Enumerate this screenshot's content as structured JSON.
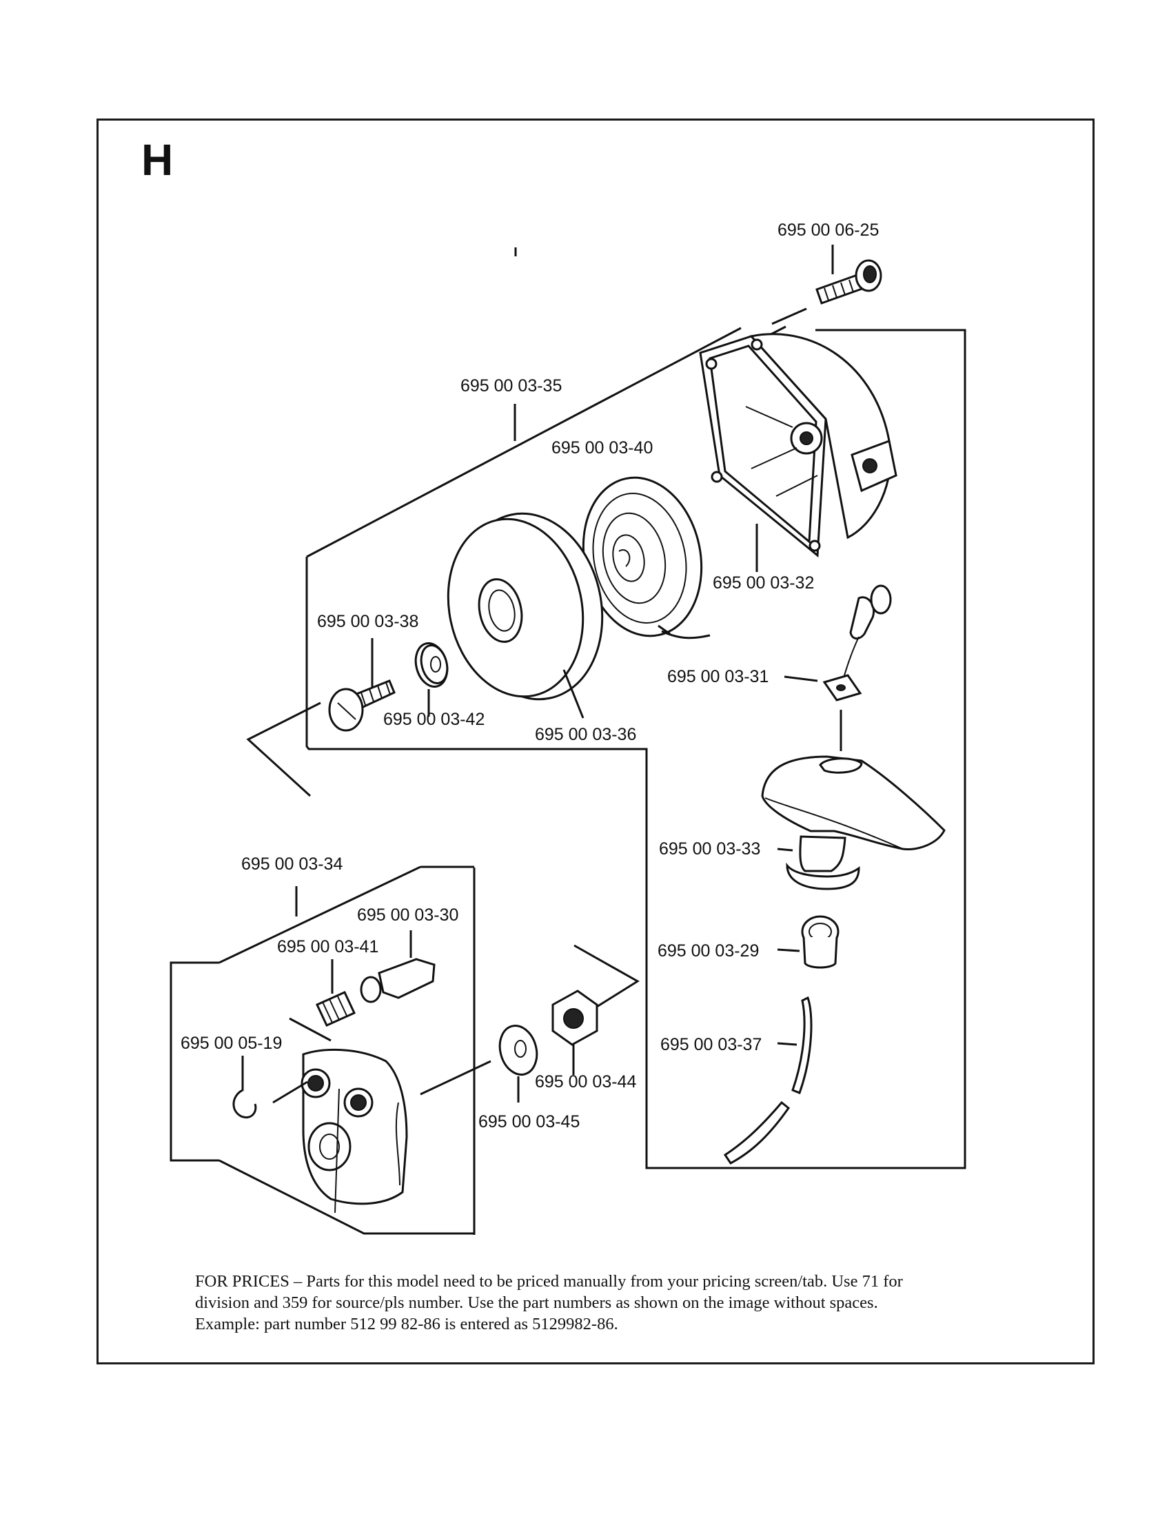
{
  "section_letter": "H",
  "parts": [
    {
      "id": "bolt",
      "label": "695 00 06-25"
    },
    {
      "id": "starter-assembly",
      "label": "695 00 03-35"
    },
    {
      "id": "recoil-spring",
      "label": "695 00 03-40"
    },
    {
      "id": "starter-housing",
      "label": "695 00 03-32"
    },
    {
      "id": "screw",
      "label": "695 00 03-38"
    },
    {
      "id": "washer-small",
      "label": "695 00 03-42"
    },
    {
      "id": "pulley",
      "label": "695 00 03-36"
    },
    {
      "id": "rope-guide",
      "label": "695 00 03-31"
    },
    {
      "id": "handle",
      "label": "695 00 03-33"
    },
    {
      "id": "handle-insert",
      "label": "695 00 03-29"
    },
    {
      "id": "rope",
      "label": "695 00 03-37"
    },
    {
      "id": "pawl-assembly",
      "label": "695 00 03-34"
    },
    {
      "id": "pawl",
      "label": "695 00 03-30"
    },
    {
      "id": "pawl-spring",
      "label": "695 00 03-41"
    },
    {
      "id": "circlip",
      "label": "695 00 05-19"
    },
    {
      "id": "nut",
      "label": "695 00 03-44"
    },
    {
      "id": "washer-large",
      "label": "695 00 03-45"
    }
  ],
  "note": {
    "line1": "FOR PRICES – Parts for this model need to be priced manually from your pricing screen/tab.  Use 71 for",
    "line2": "division and 359 for source/pls number.  Use the part numbers as shown on the image without spaces.",
    "line3": "Example: part number 512 99 82-86 is entered as 5129982-86."
  }
}
